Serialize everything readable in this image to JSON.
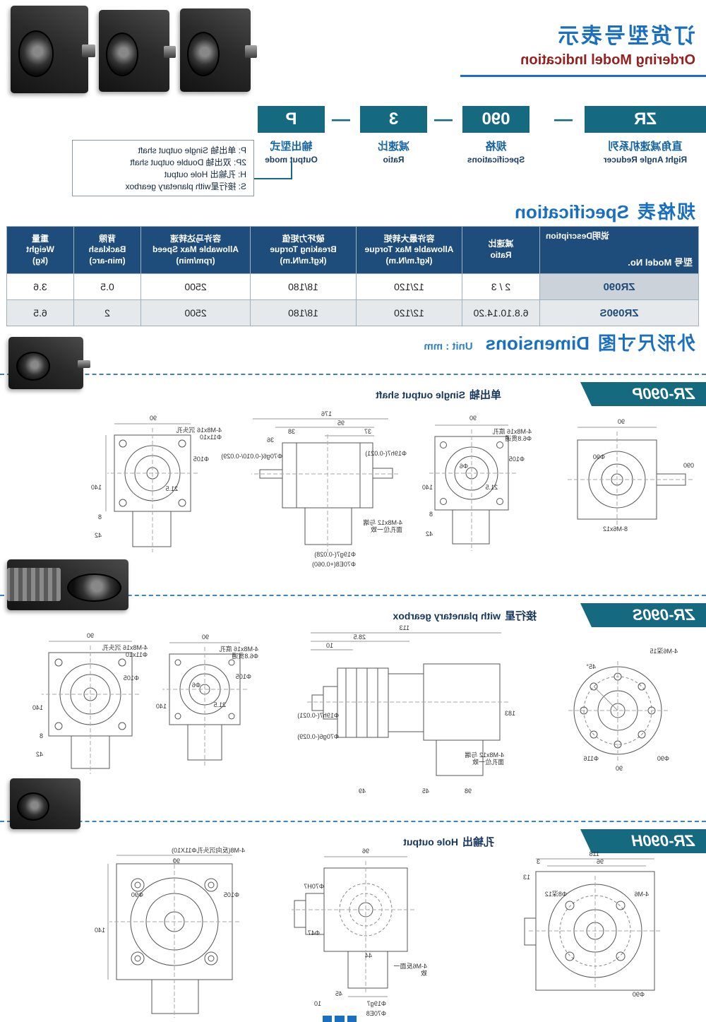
{
  "page": {
    "accent_teal": "#156a80",
    "accent_blue": "#1a6fc0",
    "accent_red": "#96211e",
    "table_header_bg": "#1e4d7b"
  },
  "header": {
    "title_cn": "订货型号表示",
    "title_en": "Ordering Model Indication"
  },
  "model_code": {
    "dash": "—",
    "segments": [
      {
        "code": "ZR",
        "label_cn": "直角减速机系列",
        "label_en": "Right Angle Reducer"
      },
      {
        "code": "090",
        "label_cn": "规格",
        "label_en": "Specifications"
      },
      {
        "code": "3",
        "label_cn": "减速比",
        "label_en": "Ratio"
      },
      {
        "code": "P",
        "label_cn": "输出型式",
        "label_en": "Output mode"
      }
    ],
    "output_modes": [
      "P: 单出轴 Single output shaft",
      "2P: 双出轴 Double output shaft",
      "H: 孔输出 Hole output",
      "S: 接行星with planetary gearbox"
    ]
  },
  "spec": {
    "title_cn": "规格表",
    "title_en": "Specification",
    "table": {
      "header": {
        "desc": "说明Description",
        "model": "型号 Model No.",
        "cols": [
          "减速比\nRatio",
          "容许最大转矩\nAllowable Max Torque\n(kgf.m/N.m)",
          "破坏力矩值\nBreaking Torque\n(kgf.m/N.m)",
          "容许马达转速\nAllowable Max Speed\n(rpm/min)",
          "背隙\nBacklash\n(min-arc)",
          "重量\nWeight\n(kg)"
        ]
      },
      "rows": [
        {
          "model": "ZR090",
          "ratio": "2 / 3",
          "torque": "12/120",
          "breaking": "18/180",
          "speed": "2500",
          "backlash": "0.5",
          "weight": "3.6"
        },
        {
          "model": "ZR090S",
          "ratio": "6.8.10.14.20",
          "torque": "12/120",
          "breaking": "18/180",
          "speed": "2500",
          "backlash": "2",
          "weight": "6.5"
        }
      ]
    }
  },
  "dimensions": {
    "title_cn": "外形尺寸图",
    "title_en": "Dimensions",
    "unit": "Unit : mm",
    "sections": [
      {
        "tag": "ZR-090P",
        "label_cn": "单出轴",
        "label_en": "Single output shaft",
        "views": [
          {
            "labels": [
              "90",
              "Φ90",
              "8-M6x12",
              "090"
            ]
          },
          {
            "labels": [
              "90",
              "4-M8x16 底孔Φ6.8贯通",
              "Φ105",
              "Φ6",
              "21.5",
              "140",
              "8",
              "42"
            ]
          },
          {
            "labels": [
              "176",
              "95",
              "37",
              "38",
              "36",
              "Φ19h7(-0.021)",
              "Φ70g6(-0.010/-0.029)",
              "4-M8x12 与端面孔位一致",
              "Φ19g7(-0.028)",
              "Φ70E8(+0.060)"
            ]
          },
          {
            "labels": [
              "4-M8x16 沉头孔Φ11x10",
              "Φ105",
              "21.5",
              "90",
              "140",
              "8",
              "42"
            ]
          }
        ]
      },
      {
        "tag": "ZR-090S",
        "label_cn": "接行星",
        "label_en": "with planetary gearbox",
        "views": [
          {
            "labels": [
              "4-M6深15",
              "45°",
              "Φ90",
              "Φ116",
              "90"
            ]
          },
          {
            "labels": [
              "113",
              "28.5",
              "10",
              "183",
              "98",
              "45",
              "49",
              "Φ19h7(-0.021)",
              "Φ70g6(-0.029)",
              "4-M8x12 与端面孔位一致"
            ]
          },
          {
            "labels": [
              "4-M8x16 底孔Φ6.8贯通",
              "Φ105",
              "Φ6",
              "21.5",
              "90",
              "140"
            ]
          },
          {
            "labels": [
              "4-M8x16 沉头孔Φ11x10",
              "Φ105",
              "90",
              "140",
              "8",
              "42"
            ]
          }
        ]
      },
      {
        "tag": "ZR-090H",
        "label_cn": "孔输出",
        "label_en": "Hole output",
        "views": [
          {
            "labels": [
              "118",
              "96",
              "3",
              "13",
              "Φ8深12",
              "4-M6",
              "Φ90"
            ]
          },
          {
            "labels": [
              "96",
              "44",
              "4-M6反面一致",
              "Φ70H7",
              "Φ47",
              "45",
              "10",
              "Φ19g7",
              "Φ70E8"
            ]
          },
          {
            "labels": [
              "4-M8(反向沉头孔Φ11X10)",
              "Φ105",
              "Φ90",
              "140",
              "90"
            ]
          }
        ]
      }
    ]
  }
}
